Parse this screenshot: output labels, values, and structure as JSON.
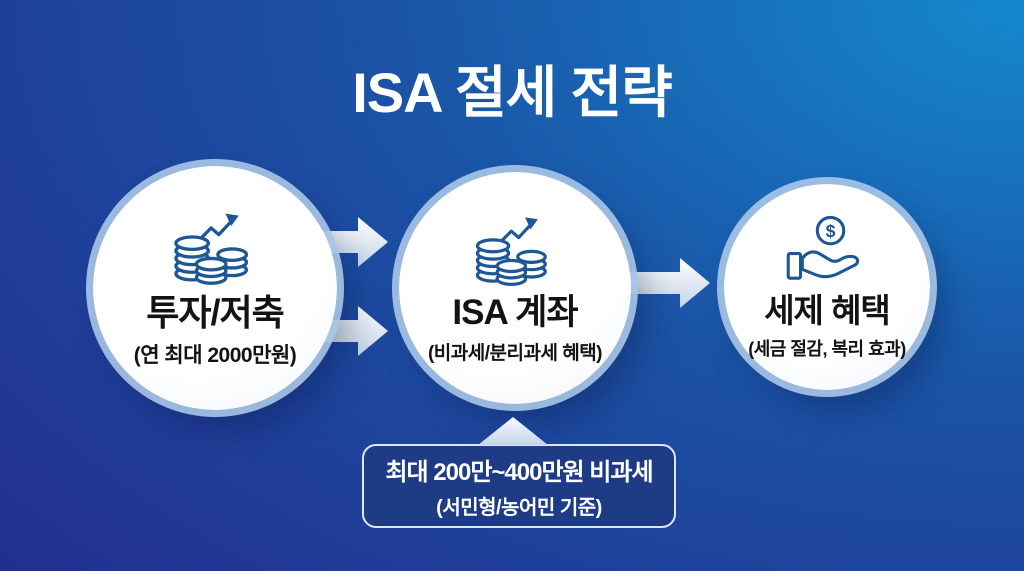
{
  "title": "ISA 절세 전략",
  "nodes": [
    {
      "label": "투자/저축",
      "sublabel": "(연 최대 2000만원)",
      "icon": "coin-stack-growth-icon"
    },
    {
      "label": "ISA 계좌",
      "sublabel": "(비과세/분리과세 혜택)",
      "icon": "coin-stack-growth-icon"
    },
    {
      "label": "세제 혜택",
      "sublabel": "(세금 절감, 복리 효과)",
      "icon": "hand-receiving-coin-icon"
    }
  ],
  "flow": {
    "arrows_node1_to_node2": 2,
    "arrows_node2_to_node3": 1
  },
  "callout": {
    "line1": "최대 200만~400만원 비과세",
    "line2": "(서민형/농어민 기준)",
    "points_to": "ISA 계좌"
  },
  "colors": {
    "bg_dark": "#232e8f",
    "bg_mid": "#1b53a6",
    "bg_bright": "#1489cd",
    "icon_stroke": "#1d5796",
    "text_dark": "#131313",
    "callout_fill": "#1d3c85",
    "callout_border": "#dce9f8",
    "arrow_light": "#ffffff",
    "arrow_shade": "#c4d4e8"
  }
}
